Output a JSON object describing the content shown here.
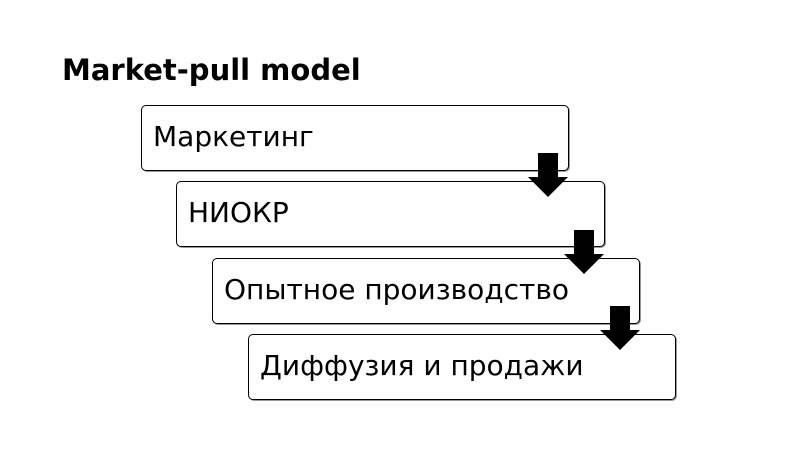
{
  "diagram": {
    "title": "Market-pull model",
    "steps": [
      {
        "label": "Маркетинг"
      },
      {
        "label": "НИОКР"
      },
      {
        "label": "Опытное производство"
      },
      {
        "label": "Диффузия и продажи"
      }
    ],
    "arrow_icon": "arrow-down-icon",
    "colors": {
      "box_border": "#000000",
      "arrow": "#000000",
      "background": "#ffffff"
    }
  }
}
